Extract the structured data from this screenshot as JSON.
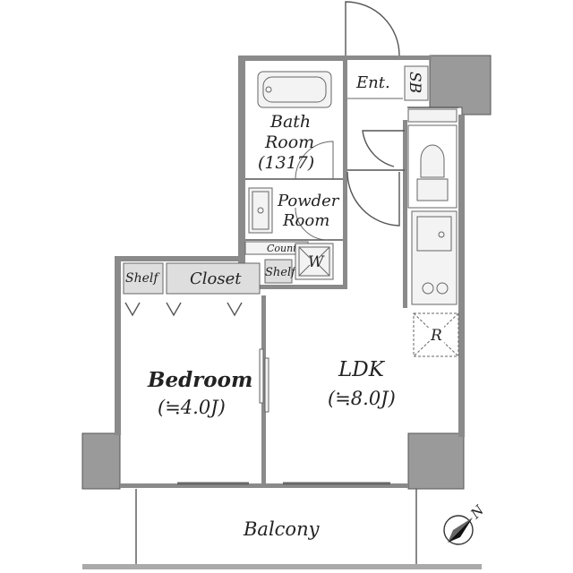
{
  "rooms": {
    "entrance": "Ent.",
    "shoe_box": "SB",
    "bath_line1": "Bath",
    "bath_line2": "Room",
    "bath_line3": "(1317)",
    "powder_line1": "Powder",
    "powder_line2": "Room",
    "counter": "Counter",
    "shelf_small": "Shelf",
    "washer": "W",
    "shelf": "Shelf",
    "closet": "Closet",
    "bedroom": "Bedroom",
    "bedroom_size": "(≒4.0J)",
    "ldk": "LDK",
    "ldk_size": "(≒8.0J)",
    "refrigerator": "R",
    "balcony": "Balcony",
    "compass": "N"
  },
  "colors": {
    "wall": "#8a8a8a",
    "pillar": "#9a9a9a",
    "line": "#555555"
  }
}
